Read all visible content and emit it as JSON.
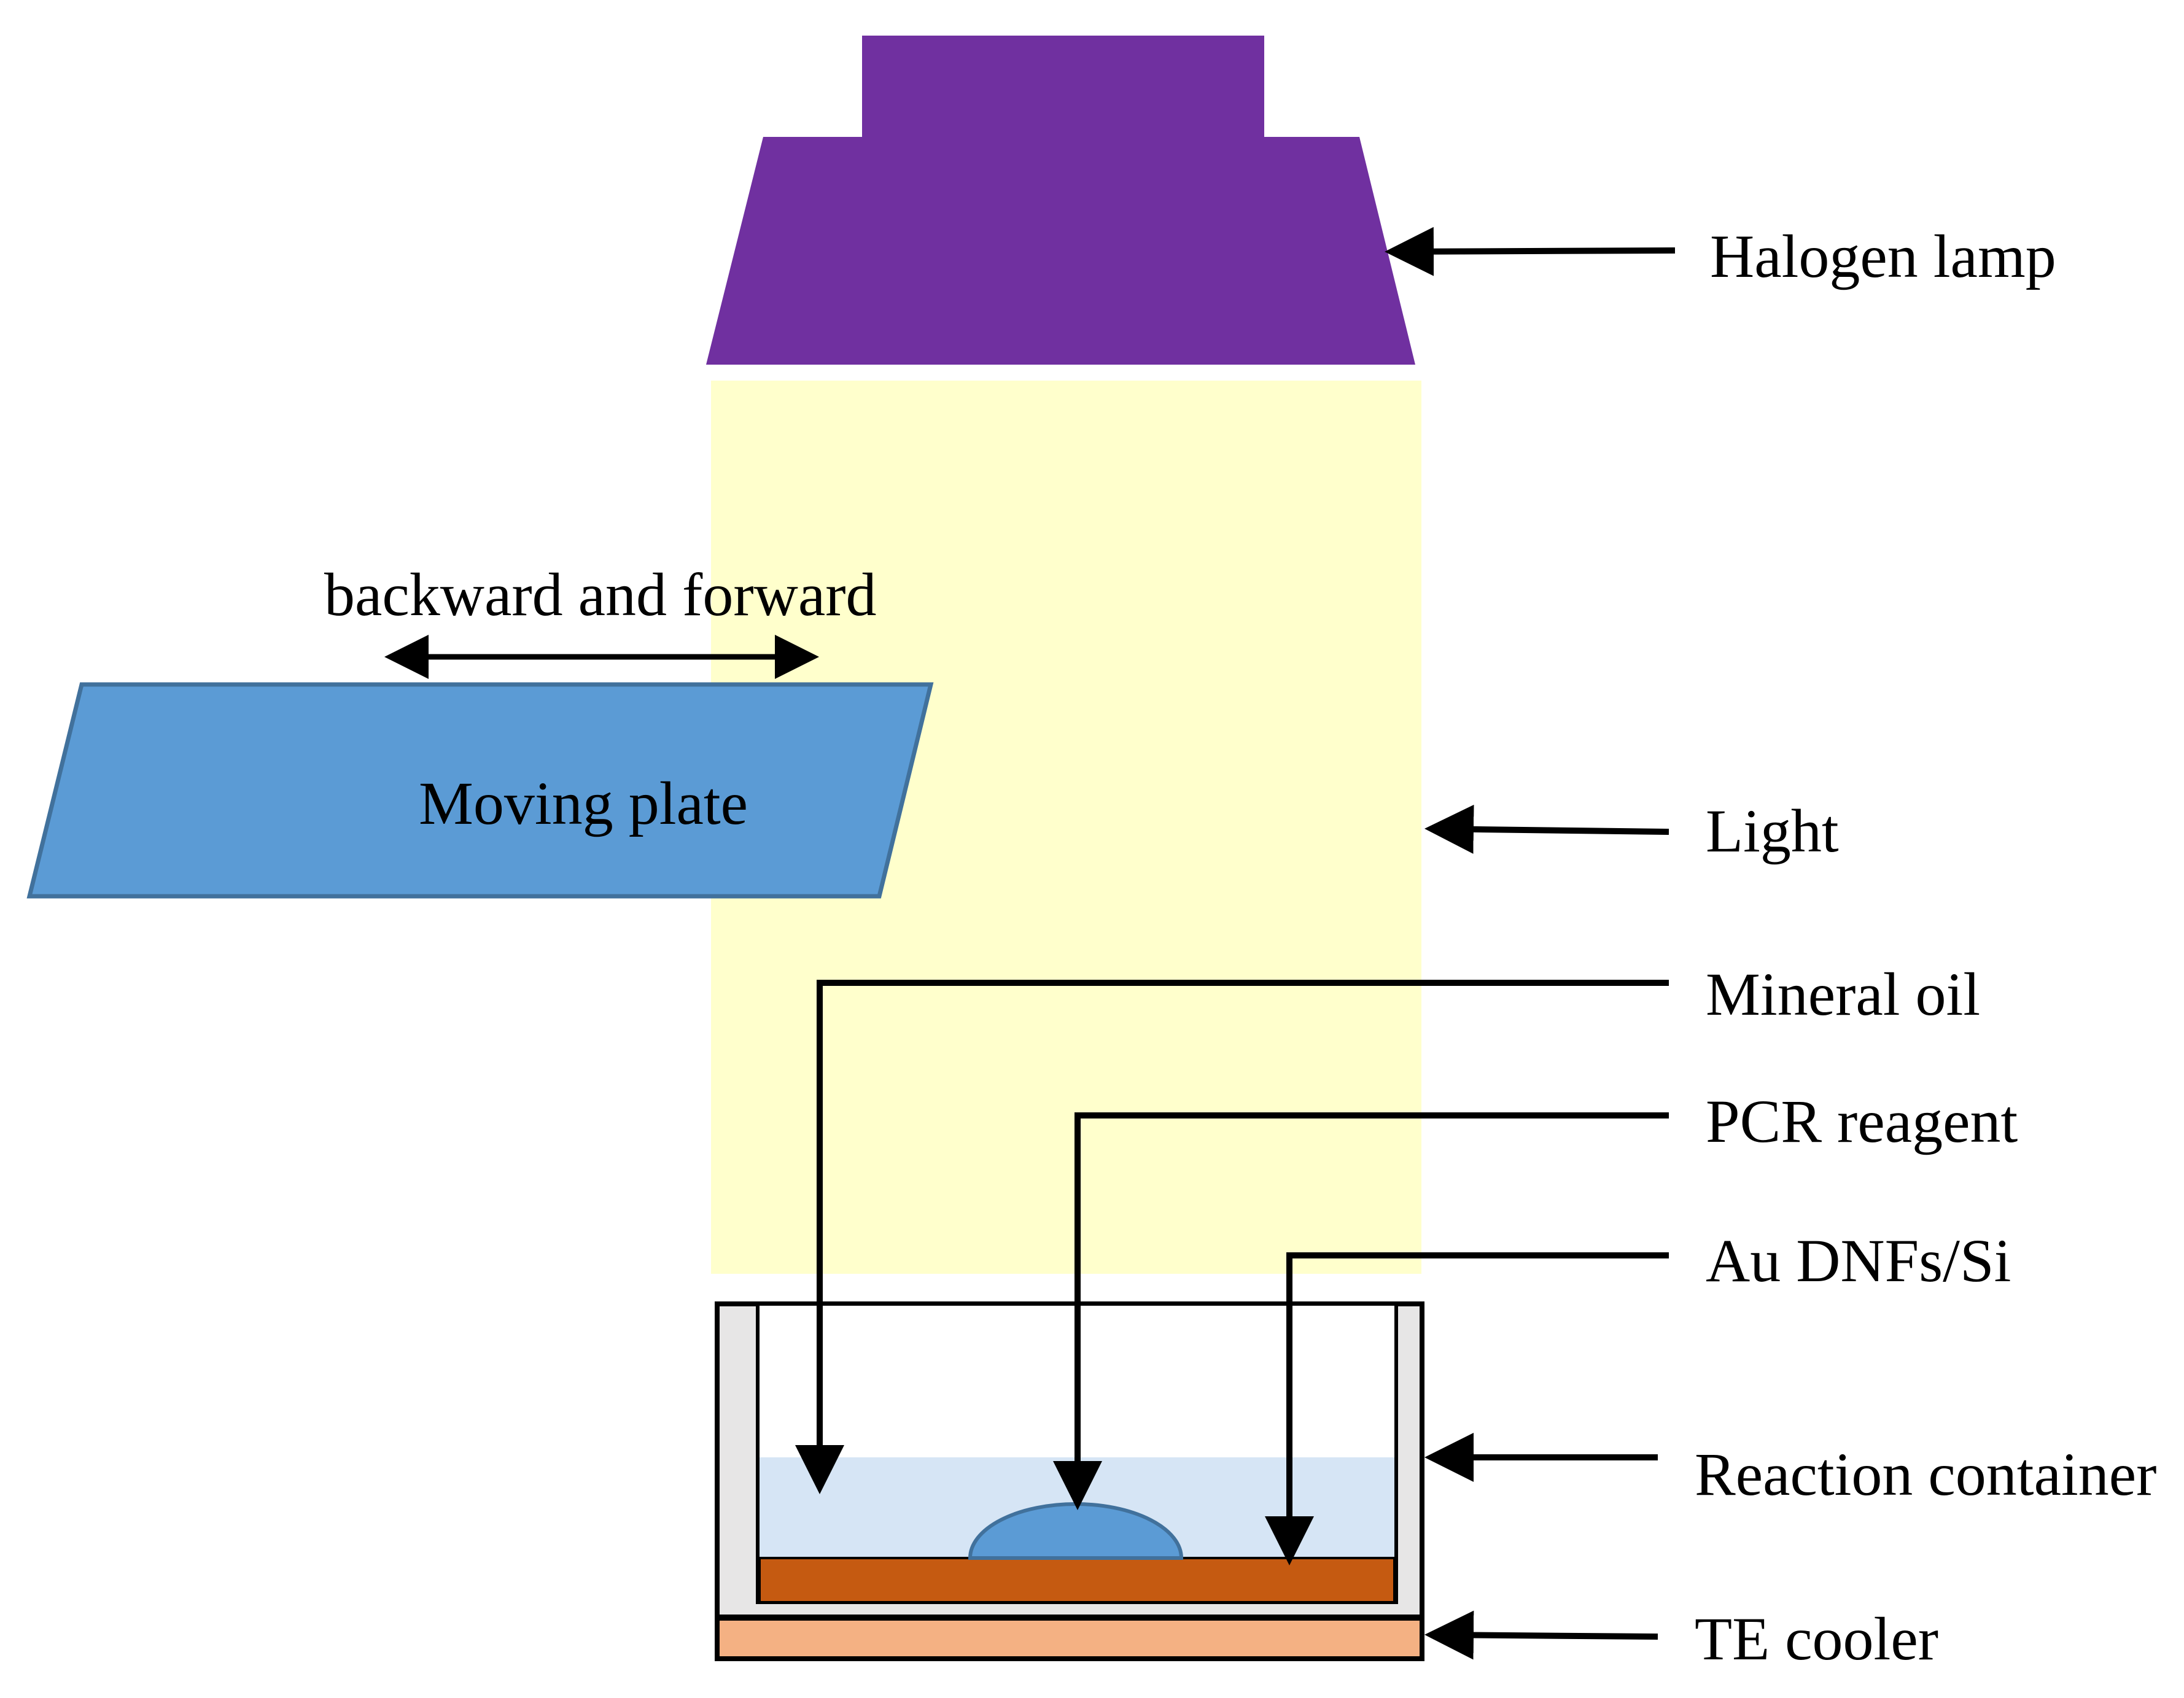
{
  "labels": {
    "halogen_lamp": "Halogen lamp",
    "light": "Light",
    "mineral_oil": "Mineral oil",
    "pcr_reagent": "PCR reagent",
    "au_dnfs_si": "Au DNFs/Si",
    "reaction_container": "Reaction container",
    "te_cooler": "TE cooler",
    "moving_plate": "Moving plate",
    "motion": "backward and forward"
  },
  "colors": {
    "lamp": "#7030A0",
    "light": "#FFFFCC",
    "plate": "#5B9BD5",
    "plate_border": "#41719C",
    "mineral_oil": "#D6E5F5",
    "pcr_drop": "#5B9BD5",
    "substrate": "#C55A11",
    "te_cooler": "#F4B183",
    "container_wall": "#E7E6E6",
    "line": "#000000"
  }
}
